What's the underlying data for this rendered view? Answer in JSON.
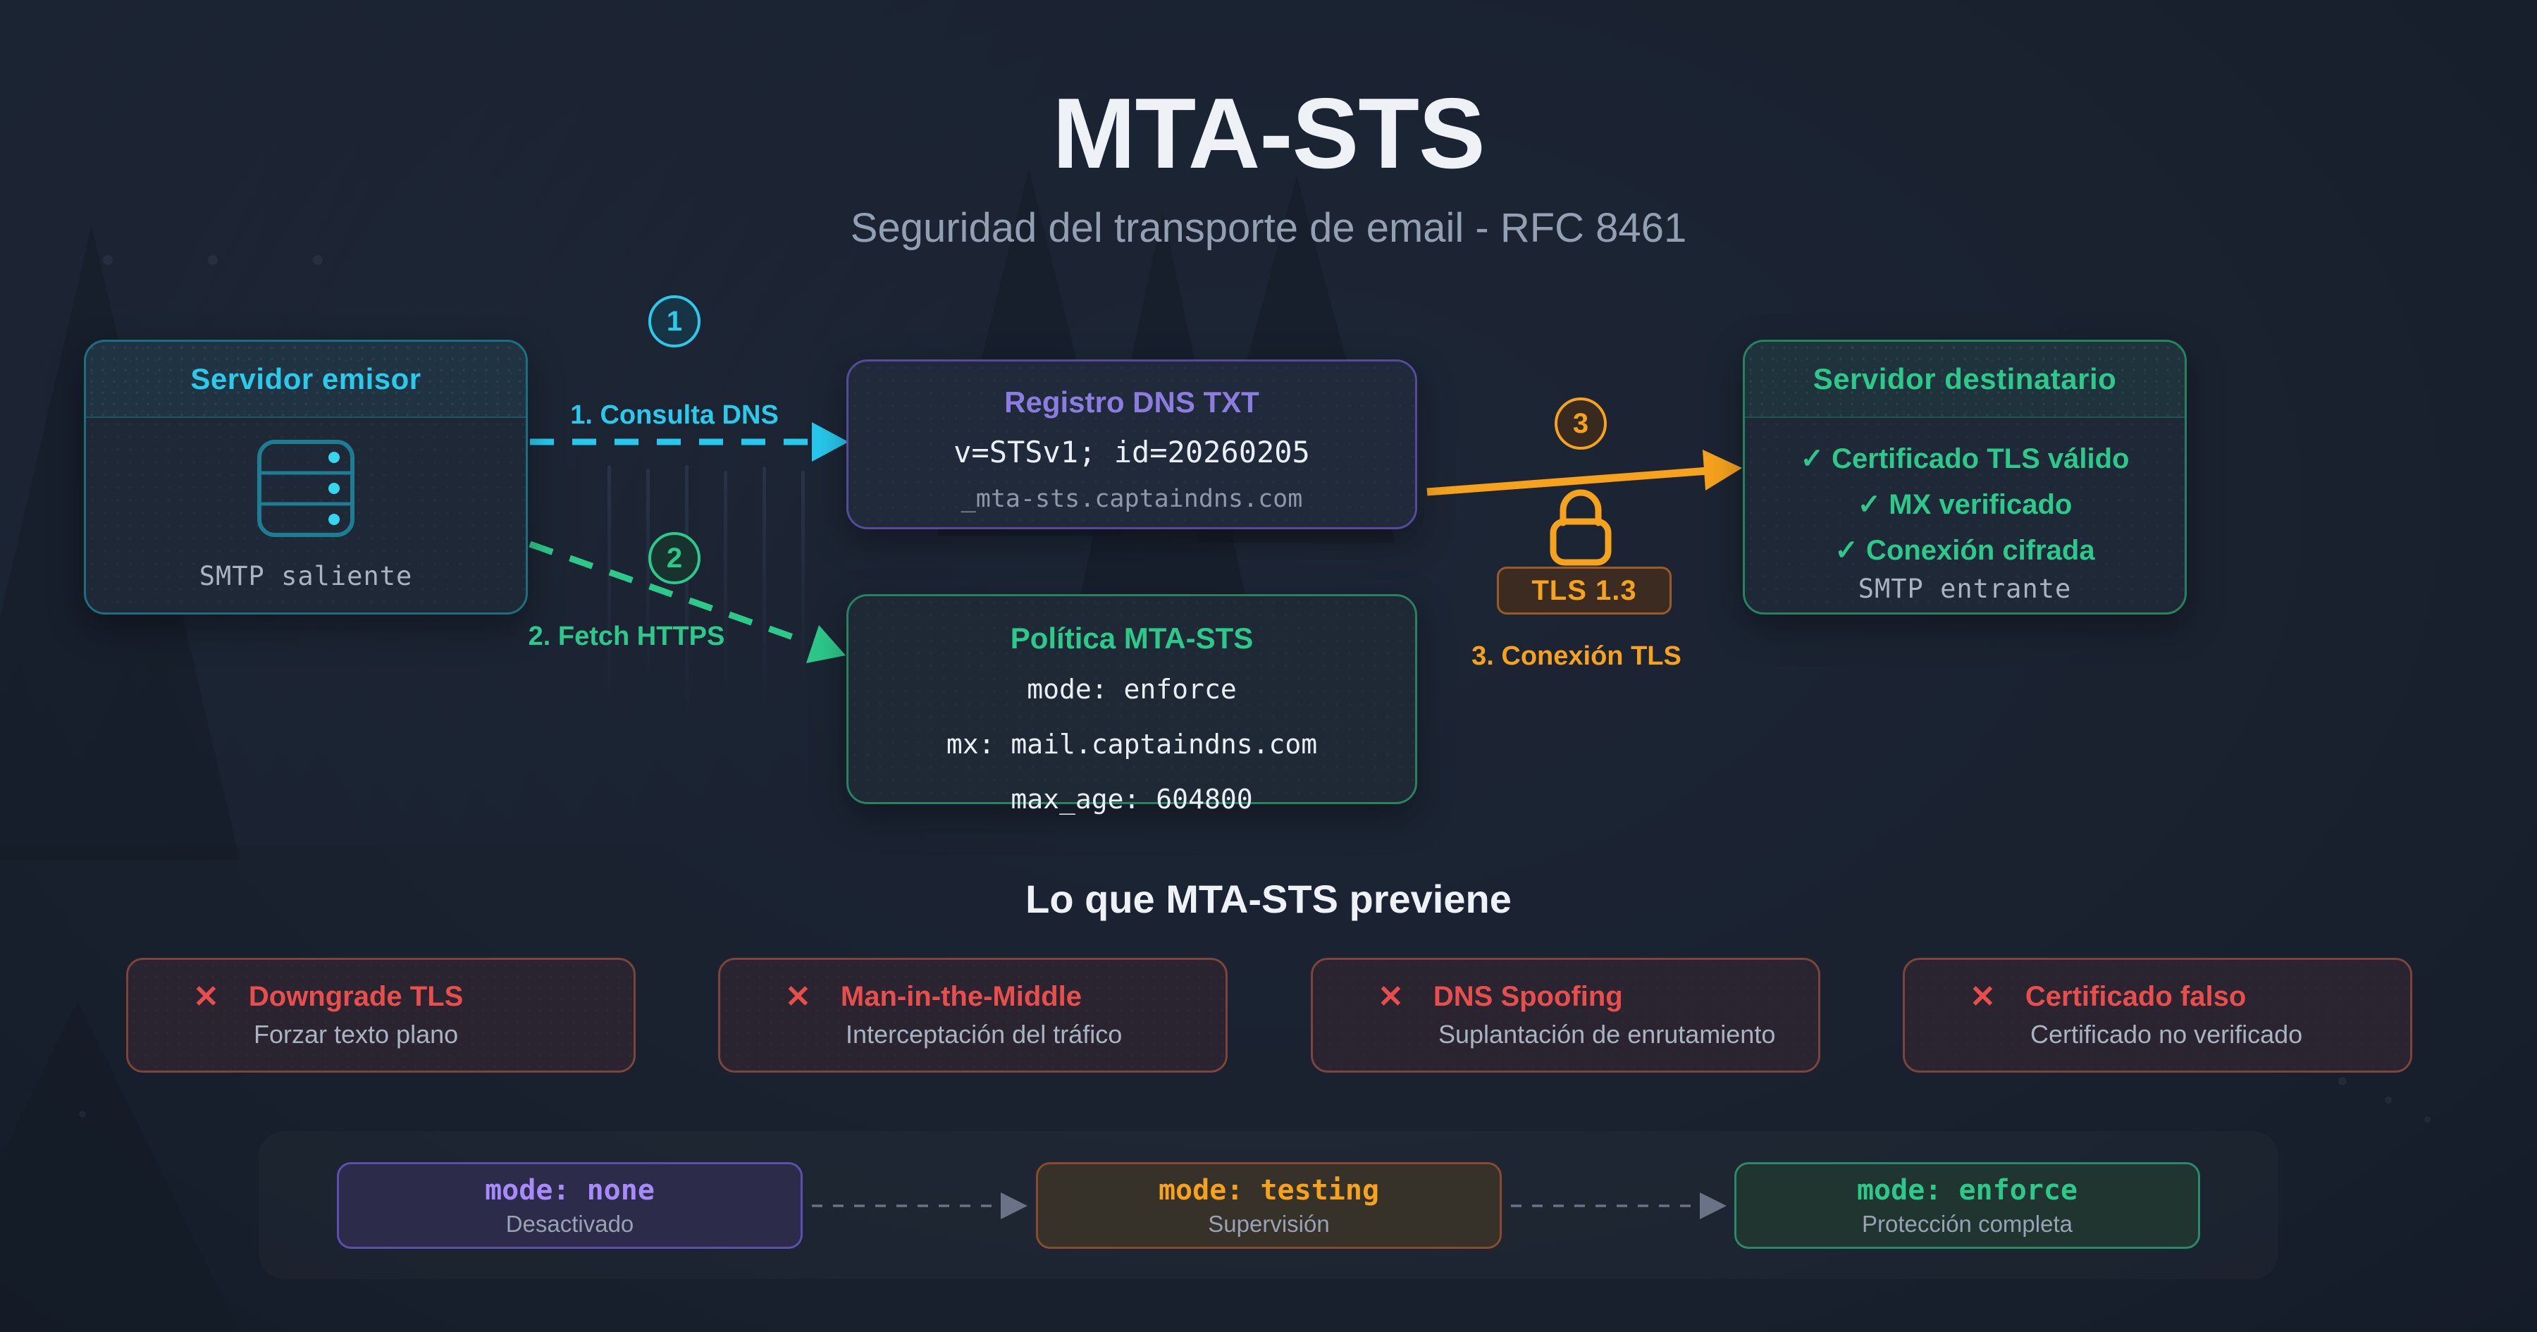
{
  "header": {
    "title": "MTA-STS",
    "subtitle": "Seguridad del transporte de email - RFC 8461"
  },
  "sender": {
    "title": "Servidor emisor",
    "caption": "SMTP saliente"
  },
  "dns_record": {
    "title": "Registro DNS TXT",
    "value": "v=STSv1; id=20260205",
    "host": "_mta-sts.captaindns.com"
  },
  "policy": {
    "title": "Política MTA-STS",
    "lines": [
      "mode: enforce",
      "mx: mail.captaindns.com",
      "max_age: 604800"
    ]
  },
  "receiver": {
    "title": "Servidor destinatario",
    "check_glyph": "✓",
    "checks": [
      "✓ Certificado TLS válido",
      "✓ MX verificado",
      "✓ Conexión cifrada"
    ],
    "caption": "SMTP entrante"
  },
  "steps": [
    {
      "number": "1",
      "label": "1. Consulta DNS"
    },
    {
      "number": "2",
      "label": "2. Fetch HTTPS"
    },
    {
      "number": "3",
      "label": "3. Conexión TLS",
      "badge": "TLS 1.3"
    }
  ],
  "prevents": {
    "heading": "Lo que MTA-STS previene",
    "x_glyph": "✕",
    "items": [
      {
        "title": "Downgrade TLS",
        "subtitle": "Forzar texto plano"
      },
      {
        "title": "Man-in-the-Middle",
        "subtitle": "Interceptación del tráfico"
      },
      {
        "title": "DNS Spoofing",
        "subtitle": "Suplantación de enrutamiento"
      },
      {
        "title": "Certificado falso",
        "subtitle": "Certificado no verificado"
      }
    ]
  },
  "modes": [
    {
      "code": "mode: none",
      "label": "Desactivado"
    },
    {
      "code": "mode: testing",
      "label": "Supervisión"
    },
    {
      "code": "mode: enforce",
      "label": "Protección completa"
    }
  ],
  "colors": {
    "cyan": "#2bc9ea",
    "green": "#2dc98a",
    "purple": "#8b7ce0",
    "orange": "#f6a21d",
    "red": "#e84f4c",
    "background": "#1a2230"
  }
}
